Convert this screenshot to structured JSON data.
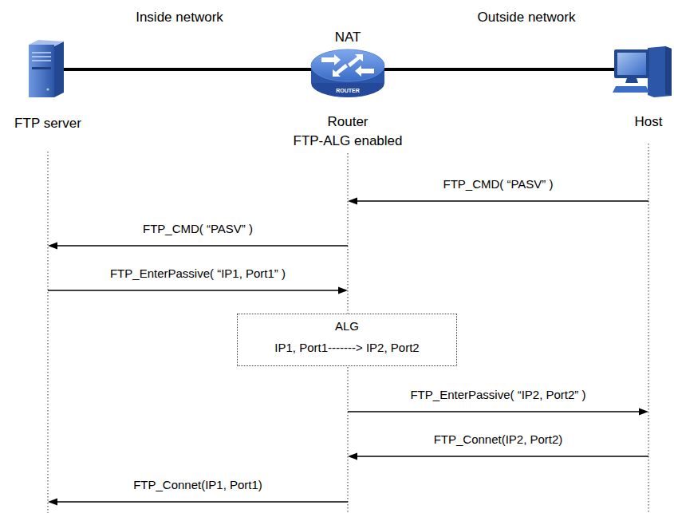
{
  "diagram": {
    "nodes": [
      {
        "text": [
          "FTP server"
        ]
      },
      {
        "text": [
          "NAT",
          "Router",
          "FTP-ALG enabled"
        ]
      },
      {
        "text": [
          "Host"
        ]
      },
      {
        "text": [
          "ALG",
          "IP1, Port1-------> IP2, Port2"
        ]
      }
    ],
    "edges": [
      {
        "from": 0,
        "to": 1,
        "arrow": "none"
      },
      {
        "from": 1,
        "to": 2,
        "arrow": "none"
      },
      {
        "from": 2,
        "to": 1,
        "label": "FTP_CMD( “PASV” )",
        "arrow": "to"
      },
      {
        "from": 1,
        "to": 0,
        "label": "FTP_CMD( “PASV” )",
        "arrow": "to"
      },
      {
        "from": 0,
        "to": 1,
        "label": "FTP_EnterPassive( “IP1, Port1” )",
        "arrow": "to"
      },
      {
        "from": 1,
        "to": 2,
        "label": "FTP_EnterPassive( “IP2, Port2” )",
        "arrow": "to"
      },
      {
        "from": 2,
        "to": 1,
        "label": "FTP_Connet(IP2, Port2)",
        "arrow": "to"
      },
      {
        "from": 1,
        "to": 0,
        "label": "FTP_Connet(IP1, Port1)",
        "arrow": "to"
      }
    ],
    "labels": [
      "Inside network",
      "Outside network",
      "ROUTER"
    ]
  }
}
